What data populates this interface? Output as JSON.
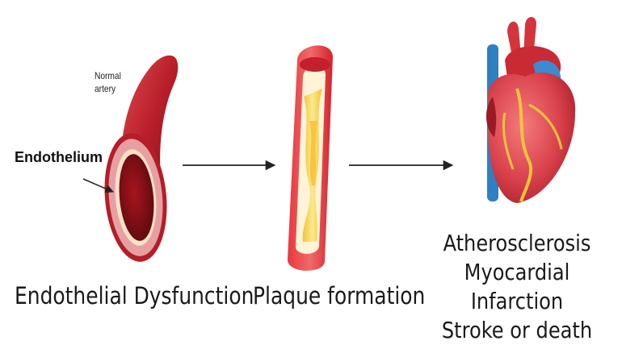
{
  "stages": [
    {
      "caption": "Endothelial Dysfunction",
      "annotations": {
        "normal_artery_line1": "Normal",
        "normal_artery_line2": "artery",
        "endothelium": "Endothelium"
      }
    },
    {
      "caption": "Plaque formation"
    },
    {
      "outcomes": [
        "Atherosclerosis",
        "Myocardial Infarction",
        "Stroke or death"
      ]
    }
  ],
  "colors": {
    "artery_red": "#c4222c",
    "plaque_yellow": "#f3d24a",
    "endothelium_pink": "#e9a5a5",
    "vein_blue": "#2f7fc3",
    "arrow": "#222222"
  }
}
